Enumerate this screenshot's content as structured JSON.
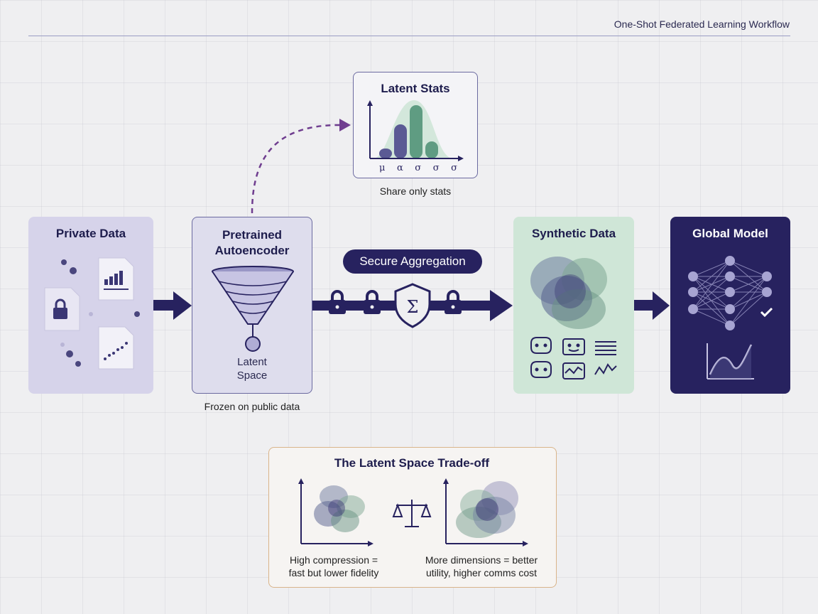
{
  "header": {
    "title": "One-Shot Federated Learning Workflow"
  },
  "nodes": {
    "private": {
      "title": "Private Data"
    },
    "autoencoder": {
      "title_line1": "Pretrained",
      "title_line2": "Autoencoder",
      "latent_line1": "Latent",
      "latent_line2": "Space",
      "caption": "Frozen on public data"
    },
    "stats": {
      "title": "Latent Stats",
      "ticks": [
        "μ",
        "α",
        "σ",
        "σ",
        "σ"
      ],
      "caption": "Share only stats"
    },
    "aggregation": {
      "label": "Secure Aggregation",
      "sigma": "Σ"
    },
    "synthetic": {
      "title": "Synthetic Data"
    },
    "global": {
      "title": "Global Model"
    }
  },
  "tradeoff": {
    "title": "The Latent Space Trade-off",
    "left_caption_line1": "High compression =",
    "left_caption_line2": "fast but lower fidelity",
    "right_caption_line1": "More dimensions = better",
    "right_caption_line2": "utility, higher comms cost"
  },
  "colors": {
    "navy": "#27225f",
    "lavender": "#d6d3ea",
    "mint": "#cfe6d7",
    "purple_dash": "#6f3d8f",
    "trade_border": "#d9b48a"
  },
  "icons": [
    "lock-icon",
    "file-icon",
    "bar-chart-file-icon",
    "scatter-file-icon",
    "funnel-icon",
    "shield-sigma-icon",
    "neural-network-icon",
    "checkmark-icon",
    "line-chart-icon",
    "scale-balance-icon"
  ]
}
